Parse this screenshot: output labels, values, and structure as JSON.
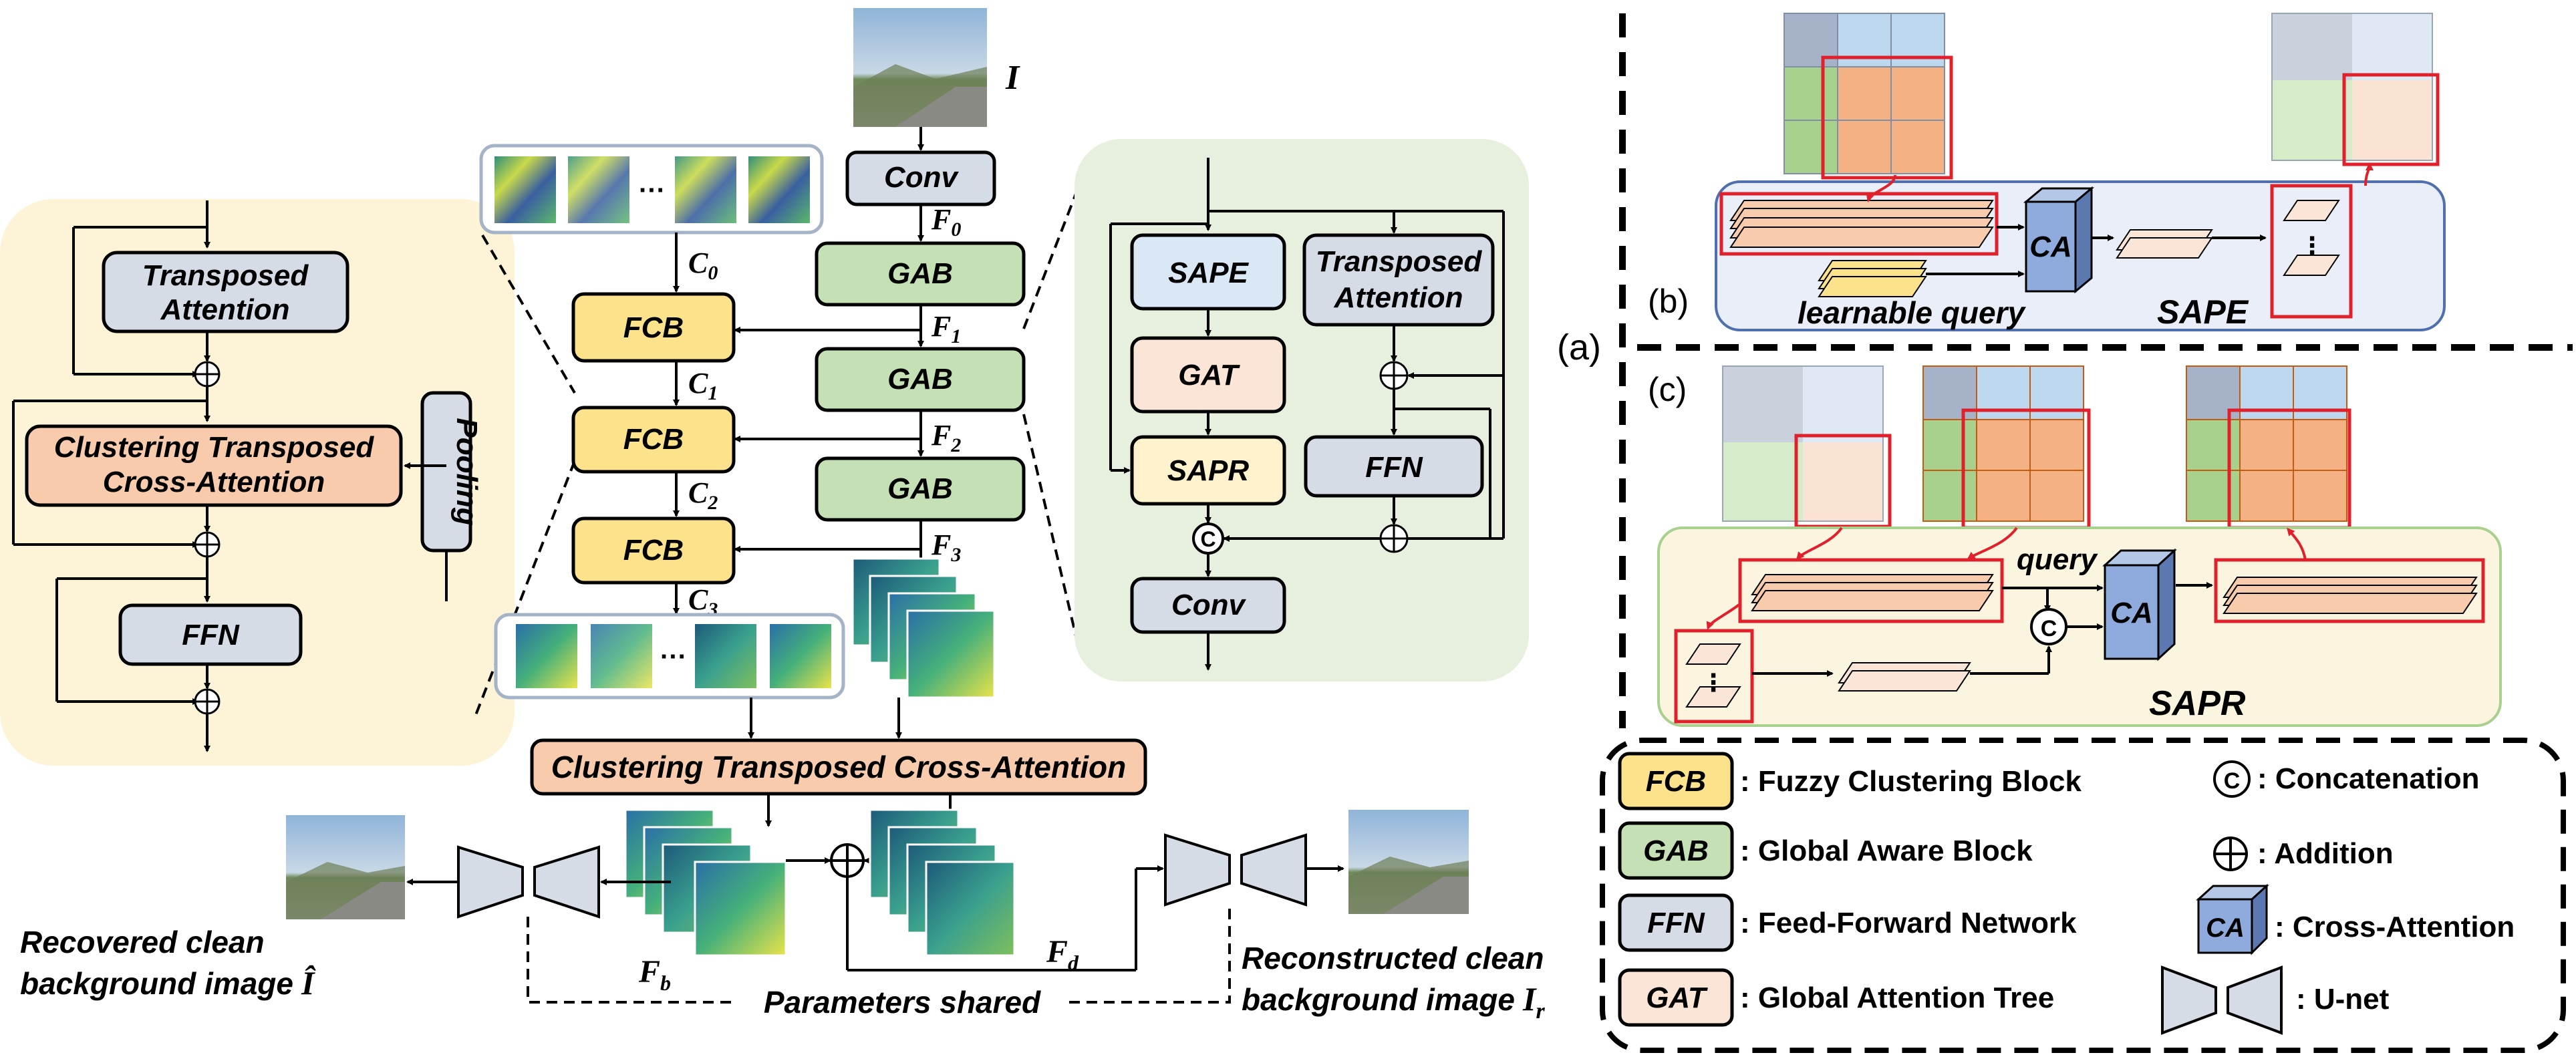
{
  "colors": {
    "fcb": "#fde28c",
    "gab": "#c5e0b4",
    "gray_box": "#d6dce5",
    "orange_box": "#f8cbad",
    "sape_box": "#dae8f6",
    "gat_box": "#fbe5d6",
    "sapr_box": "#fff2cc",
    "left_panel": "#fdf3d6",
    "middle_panel": "#e7f0de",
    "sape_panel": "#e9eef8",
    "sapr_panel": "#fbf5e0",
    "highlight_red": "#e0212b"
  },
  "main": {
    "input_label": "I",
    "conv": "Conv",
    "gab": "GAB",
    "fcb": "FCB",
    "f0": "F",
    "f0_sub": "0",
    "f1_sub": "1",
    "f2_sub": "2",
    "f3_sub": "3",
    "c": "C",
    "c0_sub": "0",
    "c1_sub": "1",
    "c2_sub": "2",
    "c3_sub": "3",
    "ellipsis": "···",
    "ctca": "Clustering Transposed Cross-Attention",
    "fb": "F",
    "fb_sub": "b",
    "fd": "F",
    "fd_sub": "d",
    "params_shared": "Parameters shared",
    "recovered_line1": "Recovered clean",
    "recovered_line2": "background image",
    "recovered_symbol": "Î",
    "reconstructed_line1": "Reconstructed clean",
    "reconstructed_line2": "background image",
    "reconstructed_symbol": "I",
    "reconstructed_sub": "r"
  },
  "left_panel": {
    "transposed_attention_1": "Transposed",
    "transposed_attention_2": "Attention",
    "ctca_1": "Clustering Transposed",
    "ctca_2": "Cross-Attention",
    "pooling": "Pooling",
    "ffn": "FFN"
  },
  "gab_panel": {
    "sape": "SAPE",
    "gat": "GAT",
    "sapr": "SAPR",
    "conv": "Conv",
    "transposed_1": "Transposed",
    "transposed_2": "Attention",
    "ffn": "FFN",
    "concat": "C"
  },
  "right": {
    "label_a": "(a)",
    "label_b": "(b)",
    "label_c": "(c)",
    "learnable_query": "learnable query",
    "sape_title": "SAPE",
    "ca": "CA",
    "query": "query",
    "concat": "C",
    "sapr_title": "SAPR"
  },
  "legend": {
    "fcb_abbr": "FCB",
    "fcb_text": ": Fuzzy Clustering Block",
    "gab_abbr": "GAB",
    "gab_text": ": Global Aware Block",
    "ffn_abbr": "FFN",
    "ffn_text": ": Feed-Forward Network",
    "gat_abbr": "GAT",
    "gat_text": ": Global Attention Tree",
    "concat_symbol": "C",
    "concat_text": ": Concatenation",
    "add_text": ": Addition",
    "ca_abbr": "CA",
    "ca_text": ": Cross-Attention",
    "unet_text": ": U-net"
  }
}
